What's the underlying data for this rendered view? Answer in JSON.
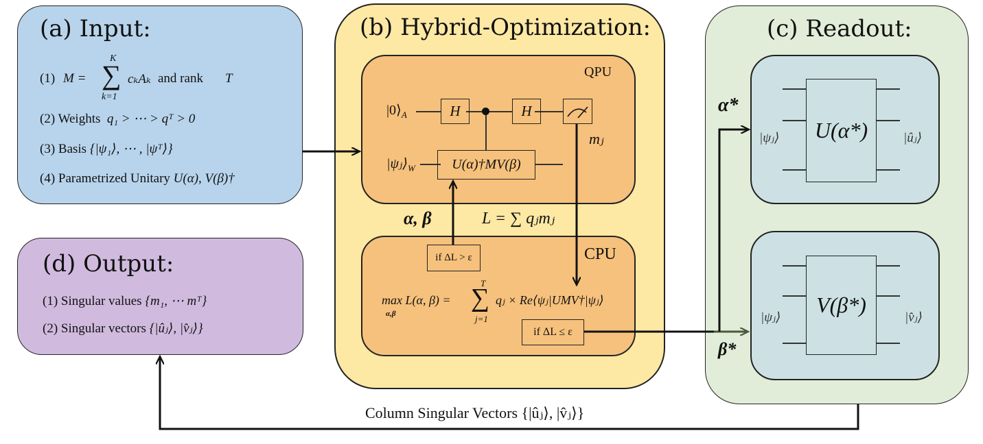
{
  "colors": {
    "input_bg": "#b8d4ec",
    "hybrid_bg": "#fde8a4",
    "processor_bg": "#f6c17c",
    "readout_bg": "#e1edd8",
    "unitary_bg": "#cde1e4",
    "output_bg": "#d0bade",
    "beta_arrow": "#4a5a3a"
  },
  "input": {
    "title": "(a) Input:",
    "items": [
      {
        "num": "(1)",
        "text_pre": "M = ",
        "sum_upper": "K",
        "sum_lower": "k=1",
        "text_post": "cₖAₖ",
        "text_tail": " and rank ",
        "var": "T"
      },
      {
        "num": "(2)",
        "text": "Weights",
        "math": "q₁ > ⋯ > qᵀ > 0"
      },
      {
        "num": "(3)",
        "text": "Basis",
        "math": "{|ψ₁⟩, ⋯ , |ψᵀ⟩}"
      },
      {
        "num": "(4)",
        "text": "Parametrized Unitary",
        "math": "U(α), V(β)†"
      }
    ]
  },
  "hybrid": {
    "title": "(b) Hybrid-Optimization:",
    "qpu": {
      "label": "QPU",
      "ancilla_input": "|0⟩",
      "ancilla_sub": "A",
      "work_input": "|ψⱼ⟩",
      "work_sub": "W",
      "gate_h1": "H",
      "gate_h2": "H",
      "controlled_gate": "U(α)†MV(β)",
      "measurement_output": "mⱼ"
    },
    "params_label": "α, β",
    "loss_label": "L = ∑ qⱼmⱼ",
    "cpu": {
      "label": "CPU",
      "condition_continue": "if ΔL > ε",
      "objective_lhs": "max L(α, β) =",
      "objective_under": "α,β",
      "sum_upper": "T",
      "sum_lower": "j=1",
      "objective_rhs": "qⱼ × Re⟨ψⱼ|UMV†|ψⱼ⟩",
      "condition_stop": "if ΔL ≤ ε"
    }
  },
  "readout": {
    "title": "(c) Readout:",
    "alpha_label": "α*",
    "beta_label": "β*",
    "u_circuit": {
      "gate": "U(α*)",
      "input": "|ψⱼ⟩",
      "output": "|ûⱼ⟩"
    },
    "v_circuit": {
      "gate": "V(β*)",
      "input": "|ψⱼ⟩",
      "output": "|v̂ⱼ⟩"
    }
  },
  "output": {
    "title": "(d) Output:",
    "items": [
      {
        "num": "(1)",
        "text": "Singular values",
        "math": "{m₁, ⋯ mᵀ}"
      },
      {
        "num": "(2)",
        "text": "Singular vectors",
        "math": "{|ûⱼ⟩, |v̂ⱼ⟩}"
      }
    ]
  },
  "feedback_label": "Column Singular Vectors {|ûⱼ⟩, |v̂ⱼ⟩}"
}
